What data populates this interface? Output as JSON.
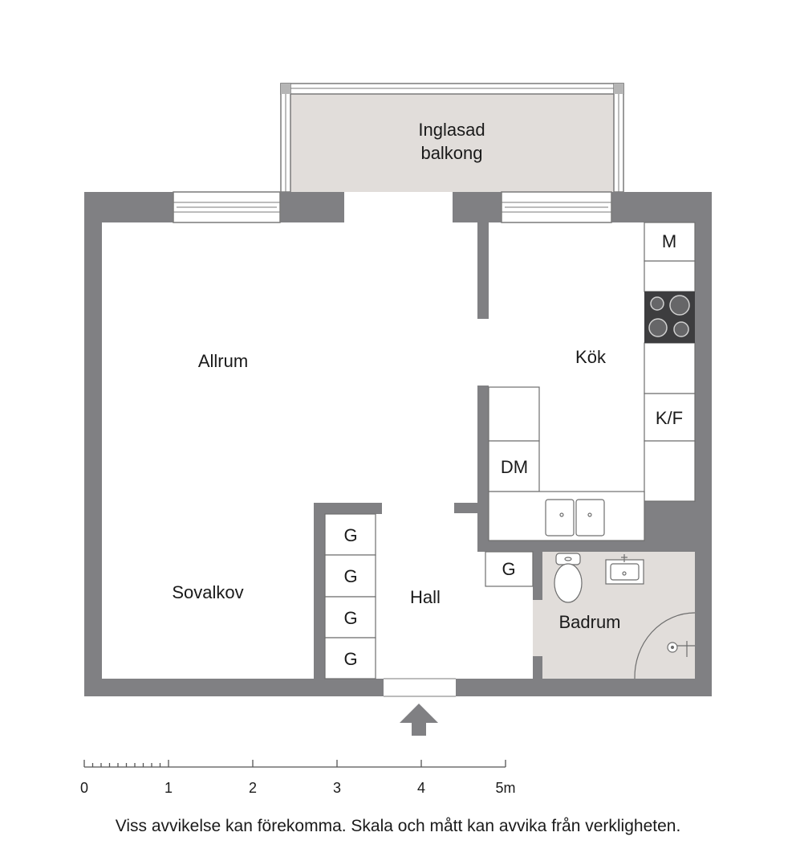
{
  "rooms": {
    "balcony_line1": "Inglasad",
    "balcony_line2": "balkong",
    "living": "Allrum",
    "kitchen": "Kök",
    "alcove": "Sovalkov",
    "hall": "Hall",
    "bathroom": "Badrum"
  },
  "fixtures": {
    "microwave": "M",
    "fridge_freezer": "K/F",
    "dishwasher": "DM",
    "wardrobe": "G"
  },
  "scale": {
    "labels": [
      "0",
      "1",
      "2",
      "3",
      "4",
      "5m"
    ]
  },
  "disclaimer": "Viss avvikelse kan förekomma. Skala och mått kan avvika från verkligheten.",
  "colors": {
    "wall": "#808083",
    "balcony_floor": "#e1ddda",
    "bathroom_floor": "#e1ddda",
    "stove": "#3d3d3f"
  }
}
